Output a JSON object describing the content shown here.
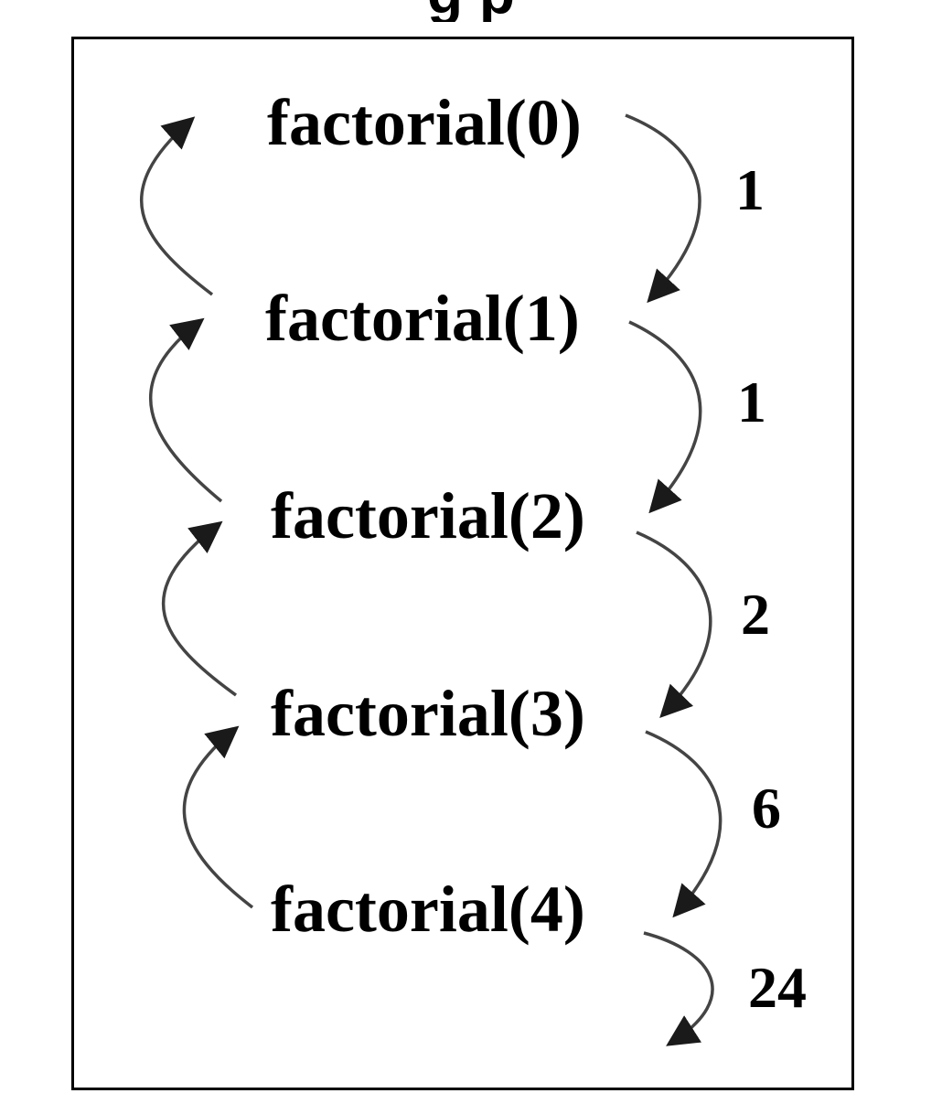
{
  "top_fragment": "g               p",
  "calls": [
    "factorial(0)",
    "factorial(1)",
    "factorial(2)",
    "factorial(3)",
    "factorial(4)"
  ],
  "returns": [
    "1",
    "1",
    "2",
    "6",
    "24"
  ]
}
